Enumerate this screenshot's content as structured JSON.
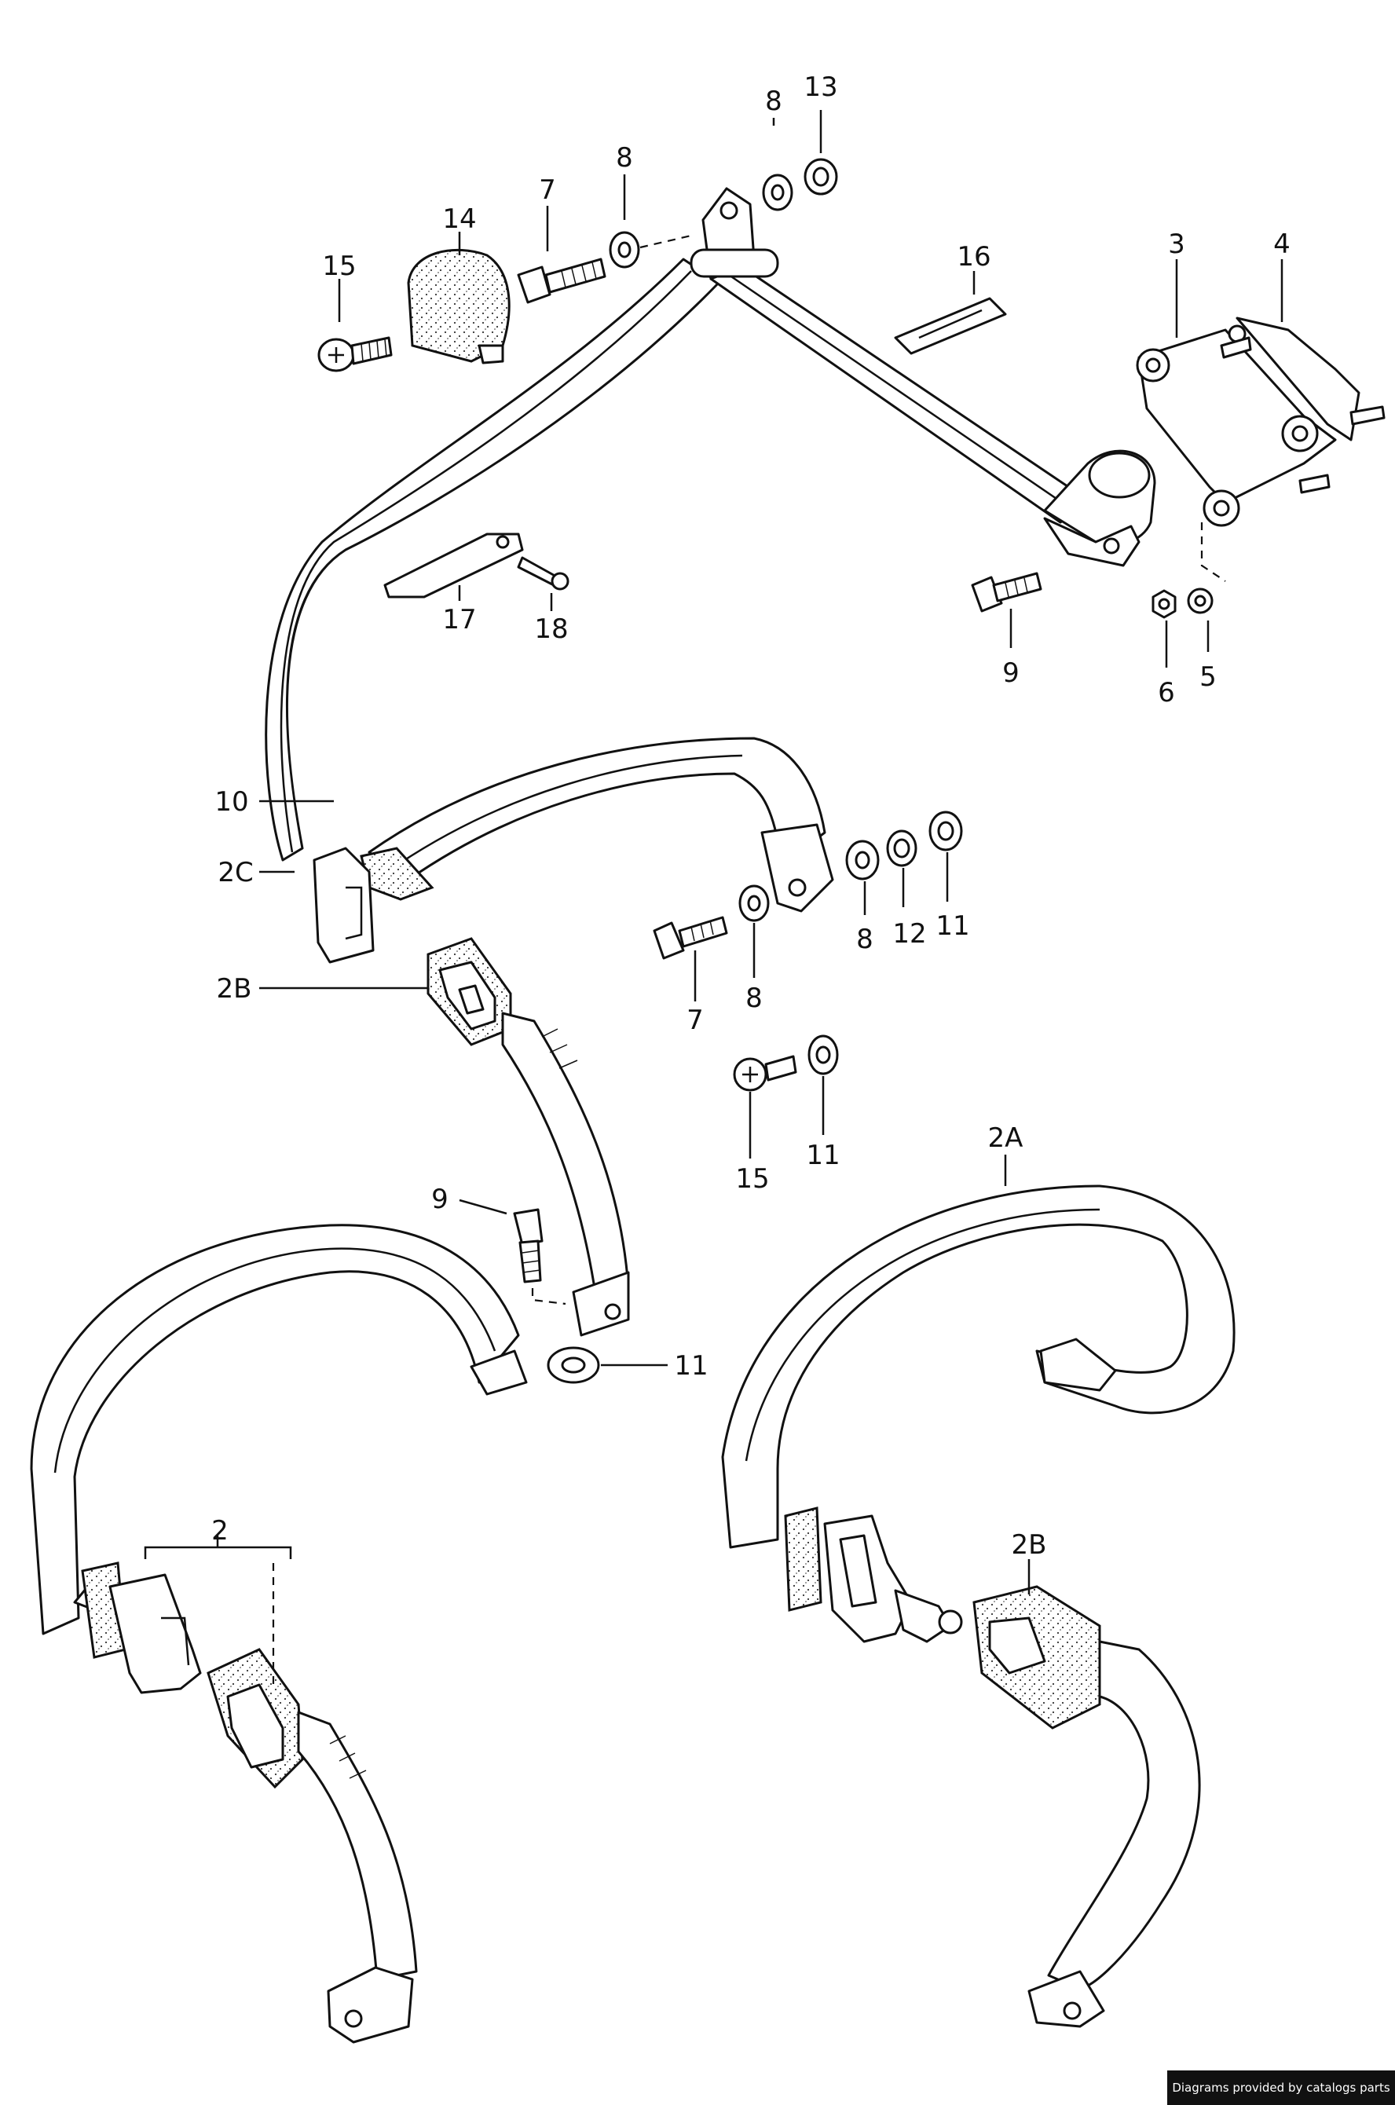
{
  "callouts": {
    "n2": "2",
    "n2a": "2A",
    "n2b_top": "2B",
    "n2b_bottom": "2B",
    "n2c": "2C",
    "n3": "3",
    "n4": "4",
    "n5": "5",
    "n6": "6",
    "n7_top": "7",
    "n7_mid": "7",
    "n8_top": "8",
    "n8_upper": "8",
    "n8_mid_a": "8",
    "n8_mid_b": "8",
    "n9_top": "9",
    "n9_mid": "9",
    "n10": "10",
    "n11_a": "11",
    "n11_b": "11",
    "n11_c": "11",
    "n12": "12",
    "n13": "13",
    "n14": "14",
    "n15_top": "15",
    "n15_mid": "15",
    "n16": "16",
    "n17": "17",
    "n18": "18"
  },
  "watermark": "Diagrams provided by catalogs parts"
}
